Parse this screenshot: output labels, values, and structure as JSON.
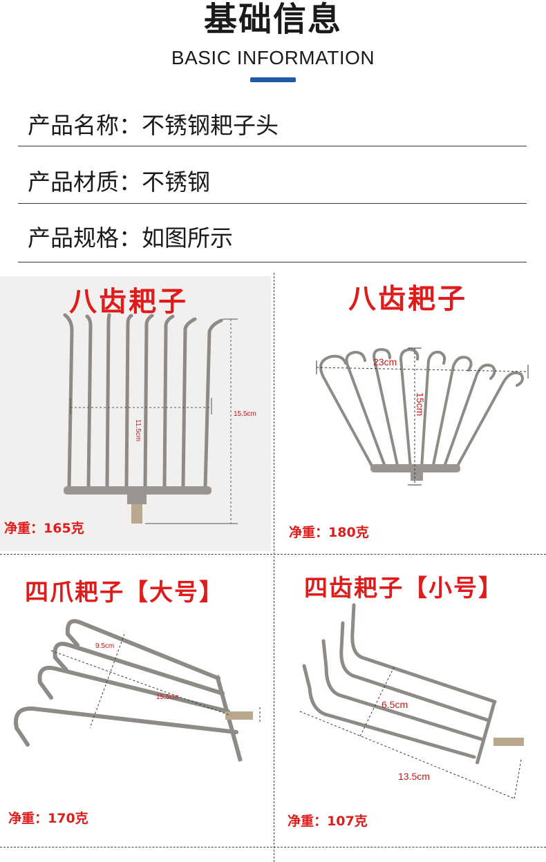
{
  "header": {
    "title": "基础信息",
    "subtitle": "BASIC INFORMATION"
  },
  "info": [
    {
      "label": "产品名称：",
      "value": "不锈钢耙子头"
    },
    {
      "label": "产品材质：",
      "value": "不锈钢"
    },
    {
      "label": "产品规格：",
      "value": "如图所示"
    }
  ],
  "products": [
    {
      "title": "八齿耙子",
      "weight": "净重：165克",
      "dims": [
        "11.5cm",
        "15.5cm"
      ]
    },
    {
      "title": "八齿耙子",
      "weight": "净重：180克",
      "dims": [
        "23cm",
        "15cm"
      ]
    },
    {
      "title": "四爪耙子【大号】",
      "weight": "净重：170克",
      "dims": [
        "9.5cm",
        "15.5cm"
      ]
    },
    {
      "title": "四齿耙子【小号】",
      "weight": "净重：107克",
      "dims": [
        "6.5cm",
        "13.5cm"
      ]
    }
  ],
  "colors": {
    "accent_red": "#e01b1b",
    "accent_blue": "#1f5aa6",
    "steel": "#8e8a85"
  }
}
